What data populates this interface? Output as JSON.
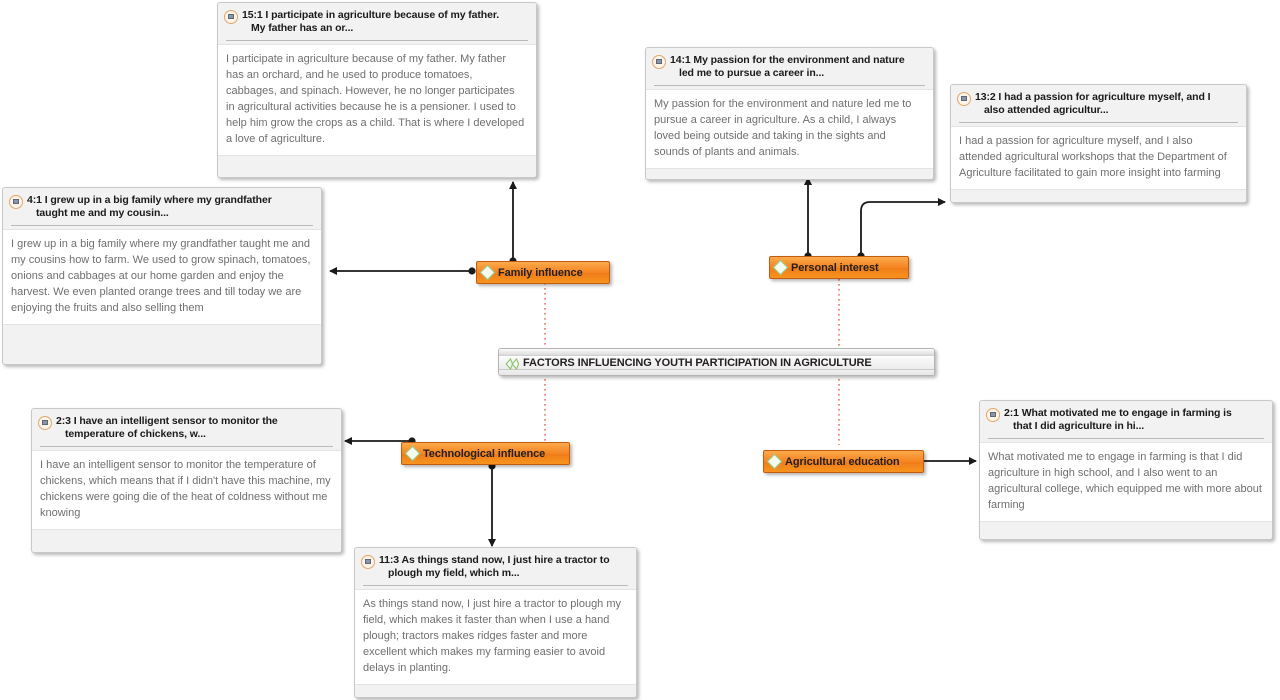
{
  "diagram": {
    "type": "code-document network map",
    "central_node": {
      "label": "FACTORS INFLUENCING YOUTH PARTICIPATION IN AGRICULTURE",
      "icon": "double-chevron-icon",
      "icon_color": "#93c47d"
    },
    "code_node_color": "#f7941e",
    "code_node_border": "#c25c10",
    "code_nodes": [
      {
        "id": "family",
        "label": "Family influence"
      },
      {
        "id": "personal",
        "label": "Personal interest"
      },
      {
        "id": "technological",
        "label": "Technological influence"
      },
      {
        "id": "agricultural",
        "label": "Agricultural education"
      }
    ],
    "notes": [
      {
        "id": "n15_1",
        "ref": "15:1",
        "title_line1": "15:1 I participate in agriculture because of my father.",
        "title_line2": "My father has an or...",
        "body": "I participate in agriculture because of my father. My father has an orchard, and he used to produce tomatoes, cabbages, and spinach. However, he no longer participates in agricultural activities because he is a pensioner. I used to help him grow the crops as a child. That is where I developed a love of agriculture."
      },
      {
        "id": "n4_1",
        "ref": "4:1",
        "title_line1": "4:1 I grew up in a big family where my grandfather",
        "title_line2": "taught me and my cousin...",
        "body": "I grew up in a big family where my grandfather taught me and my cousins how to farm. We used to grow spinach, tomatoes, onions and cabbages at our home garden and enjoy the harvest. We even planted orange trees and till today we are enjoying the fruits and also selling them"
      },
      {
        "id": "n14_1",
        "ref": "14:1",
        "title_line1": "14:1 My passion for the environment and nature",
        "title_line2": "led me to pursue a career in...",
        "body": "My passion for the environment and nature led me to pursue a career in agriculture. As a child, I always loved being outside and taking in the sights and sounds of plants and animals."
      },
      {
        "id": "n13_2",
        "ref": "13:2",
        "title_line1": "13:2 I had a passion for agriculture myself, and I",
        "title_line2": "also attended agricultur...",
        "body": "I had a passion for agriculture myself, and I also attended agricultural workshops that the Department of Agriculture facilitated to gain more insight into farming"
      },
      {
        "id": "n2_3",
        "ref": "2:3",
        "title_line1": "2:3 I have an intelligent sensor to monitor the",
        "title_line2": "temperature of chickens, w...",
        "body": "I have an intelligent sensor to monitor the temperature of chickens, which means that if I didn't have this machine, my chickens were going die of the heat of coldness without me knowing"
      },
      {
        "id": "n11_3",
        "ref": "11:3",
        "title_line1": "11:3 As things stand now, I just hire a tractor to",
        "title_line2": "plough my field, which m...",
        "body": "As things stand now, I just hire a tractor to plough my field, which makes it faster than when I use a hand plough; tractors makes ridges faster and more excellent which makes my farming easier to avoid delays in planting."
      },
      {
        "id": "n2_1",
        "ref": "2:1",
        "title_line1": "2:1 What motivated me to engage in farming is",
        "title_line2": "that I did agriculture in hi...",
        "body": "What motivated me to engage in farming is that I did agriculture in high school, and I also went to an agricultural college, which equipped me with more about farming"
      }
    ],
    "links": {
      "quotation_link_color": "#1a1a1a",
      "document_link_color": "#e8503a",
      "document_link_style": "dotted"
    }
  }
}
